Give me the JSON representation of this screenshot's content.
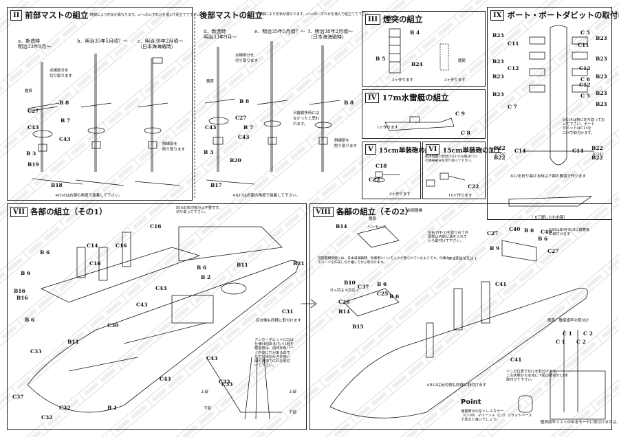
{
  "sections": {
    "s2": {
      "num": "II",
      "title": "前部マストの組立",
      "note": "時期により形状が異なります。a〜cのいずれかを選んで組立てて下さい"
    },
    "s2b": {
      "title": "後部マストの組立",
      "note": "時期により形状が異なります。a〜cのいずれかを選んで組立てて下さい"
    },
    "s3": {
      "num": "III",
      "title": "煙突の組立"
    },
    "s4": {
      "num": "IV",
      "title": "17m水雷艇の組立"
    },
    "s5": {
      "num": "V",
      "title": "15cm単装砲の組立"
    },
    "s6": {
      "num": "VI",
      "title": "15cm単装砲の加工"
    },
    "s7": {
      "num": "VII",
      "title": "各部の組立（その1）"
    },
    "s8": {
      "num": "VIII",
      "title": "各部の組立（その2）"
    },
    "s9": {
      "num": "IX",
      "title": "ボート・ボートダビットの取付け"
    }
  },
  "fore_mast": {
    "a": "a．新造時\n明治33年9月〜",
    "b": "b．明治35年5月頃？〜",
    "c": "c．明治38年2月頃〜\n（日本海海戦時）",
    "labels": [
      "B 8",
      "B 7",
      "C27",
      "C43",
      "C43",
      "B 3",
      "B19",
      "B18"
    ],
    "cut_note": "点線部分を\n切り取ります",
    "flag_note": "艦首",
    "cut_note2": "斜線部を\n削り取ります",
    "footer": "※B18は右図の角度で接着して下さい。"
  },
  "aft_mast": {
    "d": "d．新造時\n明治33年9月〜",
    "e": "e．明治35年5月頃？〜",
    "f": "f．明治38年2月頃〜\n（日本海海戦時）",
    "labels": [
      "B 8",
      "C27",
      "B 7",
      "C43",
      "C43",
      "B 3",
      "B20",
      "B17"
    ],
    "cut_note": "点線部分を\n切り取ります",
    "bow": "艦首",
    "side_note": "日露戦争時には\nなかったと思わ\nれます。",
    "cut_note2": "斜線部を\n削り取ります",
    "footer": "※B17は右図の角度で接着して下さい。"
  },
  "funnel": {
    "labels": [
      "B 4",
      "B 5",
      "B24"
    ],
    "count": "3ヶ作ります",
    "count2": "3ヶ作ります",
    "front": "艦尾"
  },
  "torpedo": {
    "labels": [
      "C 9",
      "C 8"
    ],
    "count": "1ヶ作ります"
  },
  "gun": {
    "labels": [
      "C18",
      "C22"
    ],
    "count": "4ヶ作ります"
  },
  "gun_mod": {
    "note": "船体側面に取付ける15cm砲はC22\nの砲身部分を切り取って下さい。",
    "label": "C22",
    "count": "10ヶ作ります"
  },
  "s7_labels": [
    "B16",
    "B 6",
    "C16",
    "B 6",
    "C16",
    "C14",
    "C16",
    "B 6",
    "B11",
    "B21",
    "B 2",
    "C31",
    "C43",
    "C43",
    "B 6",
    "B16",
    "C43",
    "C43",
    "C30",
    "C33",
    "B11",
    "B 1",
    "C32",
    "C33",
    "C37",
    "C32"
  ],
  "s7_notes": {
    "hatch": "B16の矢印部分は不要です。\n切り取って下さい。",
    "anchor": "アンカーダビットC31は\n仕様(4個ある)もう1個を\n艦首側は、船体外板パー\nツ内側に穴があるので\n左右対称の片方を使い\n図の要領でC33を取付\nけて下さい。",
    "other_side": "反対側も同様に取付けます",
    "up": "上部",
    "down": "下部",
    "c33": "C33"
  },
  "s8_labels": [
    "B14",
    "B10",
    "C37",
    "B 6",
    "C25",
    "B 6",
    "C26",
    "B14",
    "B15",
    "C41",
    "C41",
    "C27",
    "C40",
    "B 6",
    "B 6",
    "C27",
    "B 9",
    "C40"
  ],
  "s8_notes": {
    "hammock": "ハンモック",
    "bow": "艦首",
    "stern": "後部艦橋",
    "front": "前部艦橋",
    "ii": "II d又は e又は f",
    "ii2": "II a又は b又は c",
    "tip": "左右 [PP-1]を取り合う外\n周部は内側に溝を入れて\nから取付けて下さい。",
    "hammock_note": "前部艦橋側面には、日本海海戦時、防御用にハンモックが張られていたようです。付属のエッチング\nでパーツを作成し切り離してから取付けます。",
    "c40": "C40はB9をB16に接着後\nに取付けます",
    "point": "Point",
    "point_text": "通風筒の中をドレスカラー\n（C100）マルーン＋（C3）フラットベース\nで塗ると良いでしょう。",
    "sticker_note": "※B12は反対側も同様に取付けます",
    "bridge_note": "艦首、艦尾旗竿の取付け"
  },
  "s9_labels": [
    "B23",
    "C 5",
    "B23",
    "C11",
    "B23",
    "C12",
    "C12",
    "C12",
    "B23",
    "B23",
    "C 6",
    "B23",
    "C11",
    "B23",
    "C 7",
    "B23",
    "C 5",
    "B23",
    "B22",
    "B22",
    "C14",
    "C14",
    "B22",
    "B22"
  ],
  "s9_notes": {
    "c14": "◎C14は特に切り取ってお\nいて下さい。ボート\nダビットはC14を\nC34で取付けます。",
    "b22": "B22を取り合わせる上部\n時の角度で位置決めと\nして下さい。",
    "stern_note": "B22を折り曲げる時は下図の要領で作ります",
    "c34": "（C34）",
    "fig": "（ B三脚しわれ右図）",
    "stern2": "※この位置でB22を取付けます。\nこの状態から本体に下図の要領でC1を\n取付けて下さい。",
    "flagpole": "艦首、艦尾旗竿の取付け",
    "c1": "C 1",
    "c2": "C 2",
    "c1b": "C 1",
    "c2b": "C 2",
    "note2": "艦首旗竿マストのあるモーデに取付けまたは、"
  }
}
